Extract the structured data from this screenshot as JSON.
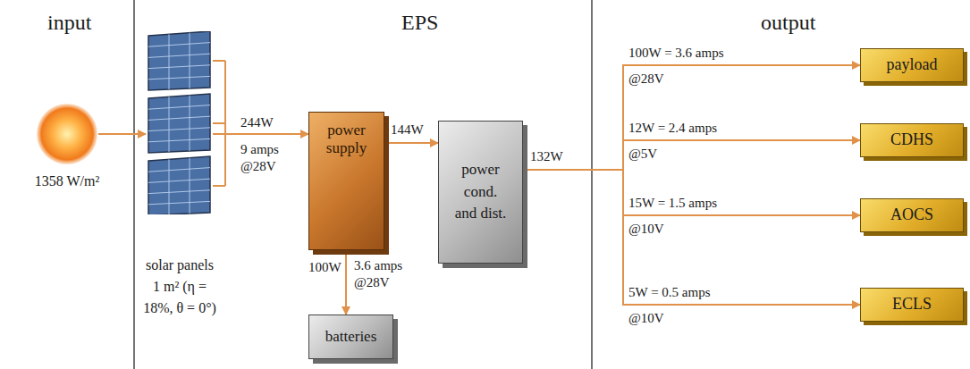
{
  "diagram": {
    "nodes": [
      {
        "text": [
          "1358 W/m²"
        ]
      },
      {
        "text": [
          "solar panels 1 m² (η = 18%, θ = 0°)"
        ]
      },
      {
        "text": [
          "power supply"
        ]
      },
      {
        "text": [
          "power cond. and dist."
        ]
      },
      {
        "text": [
          "batteries"
        ]
      },
      {
        "text": [
          "payload"
        ]
      },
      {
        "text": [
          "CDHS"
        ]
      },
      {
        "text": [
          "AOCS"
        ]
      },
      {
        "text": [
          "ECLS"
        ]
      }
    ],
    "edges": [
      {
        "from": 0,
        "to": 1,
        "arrow": "to"
      },
      {
        "from": 1,
        "to": 2,
        "label": "244W",
        "arrow": "to"
      },
      {
        "from": 2,
        "to": 3,
        "label": "144W",
        "arrow": "to"
      },
      {
        "from": 2,
        "to": 4,
        "label": "100W",
        "arrow": "to"
      },
      {
        "from": 3,
        "to": 5,
        "label": "100W = 3.6 amps",
        "arrow": "to"
      },
      {
        "from": 3,
        "to": 6,
        "label": "12W = 2.4 amps",
        "arrow": "to"
      },
      {
        "from": 3,
        "to": 7,
        "label": "15W = 1.5 amps",
        "arrow": "to"
      },
      {
        "from": 3,
        "to": 8,
        "label": "5W = 0.5 amps",
        "arrow": "to"
      }
    ],
    "labels": [
      "input",
      "EPS",
      "output",
      "9 amps @28V",
      "3.6 amps @28V",
      "132W",
      "@28V",
      "@5V",
      "@10V",
      "@10V"
    ]
  }
}
